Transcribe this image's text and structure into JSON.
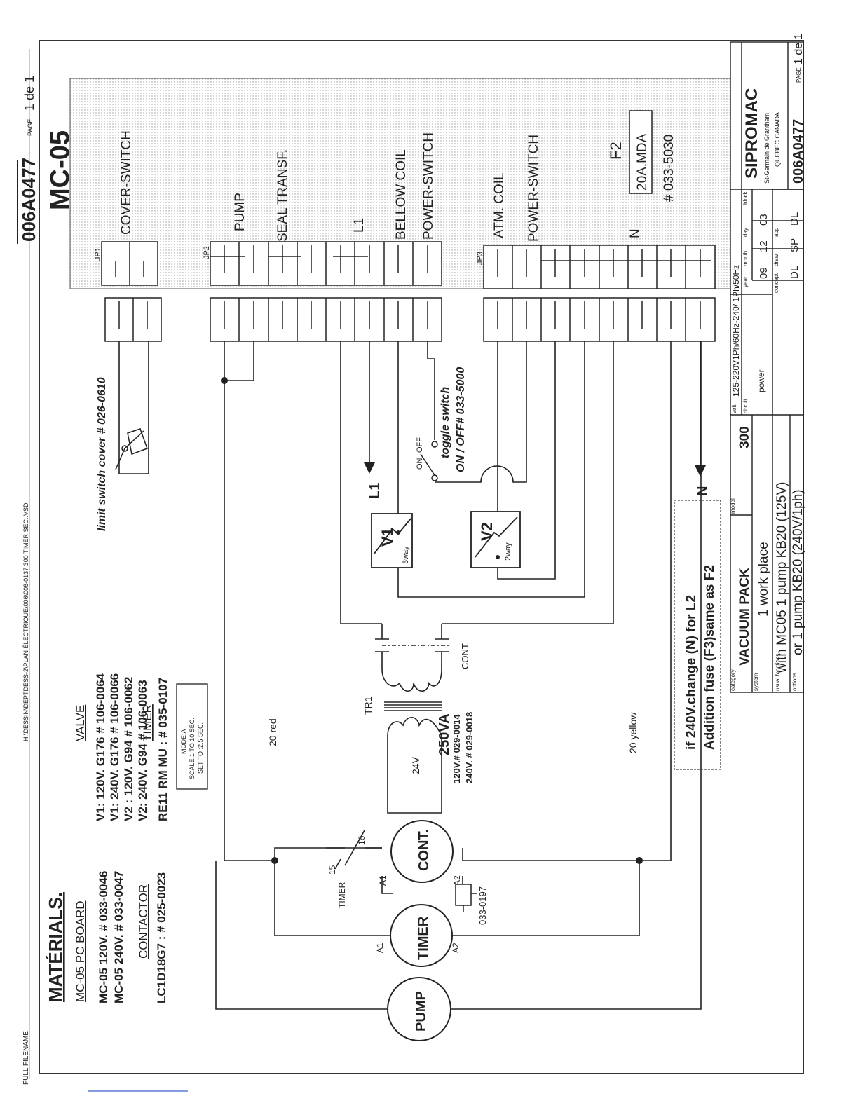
{
  "document": {
    "full_filename_label": "FULL FILENAME",
    "file_path": "H:\\DESSIN\\DEPTDESS-2\\PLAN ÉLECTRIQUE\\006\\006-0137 300 TIMER SEC..VSD",
    "drawing_number": "006A0477",
    "page_label": "PAGE",
    "page_value": "1 de 1",
    "board_title": "MC-05"
  },
  "materials": {
    "title": "MATÉRIALS.",
    "pc_board_heading": "MC-05  PC BOARD",
    "pc_board_lines": [
      "MC-05 120V. # 033-0046",
      "MC-05 240V. # 033-0047"
    ],
    "contactor_heading": "CONTACTOR",
    "contactor_line": "LC1D18G7 : # 025-0023",
    "valve_heading": "VALVE",
    "valve_lines": [
      "V1: 120V. G176  # 106-0064",
      "V1: 240V. G176  # 106-0066",
      "V2 : 120V. G94  # 106-0062",
      "V2: 240V. G94  # 106-0063"
    ],
    "timer_heading": "TIMER",
    "timer_line": "RE11 RM MU : # 035-0107",
    "timer_box_lines": [
      "MODE:A",
      "SCALE:1 TO 10 SEC.",
      "SET TO :2.5 SEC."
    ]
  },
  "connectors": {
    "jp1": {
      "name": "JP1",
      "labels": [
        "COVER-SWITCH"
      ]
    },
    "jp2": {
      "name": "JP2",
      "labels": [
        "PUMP",
        "SEAL TRANSF.",
        "L1",
        "BELLOW COIL",
        "POWER-SWITCH"
      ]
    },
    "jp3": {
      "name": "JP3",
      "labels": [
        "ATM. COIL",
        "POWER-SWITCH",
        "N"
      ]
    }
  },
  "fuse": {
    "name": "F2",
    "rating": "20A.MDA",
    "part": "# 033-5030"
  },
  "components": {
    "pump": "PUMP",
    "timer": "TIMER",
    "cont": "CONT.",
    "timer_contact": "TIMER",
    "pin_a1": "A1",
    "pin_a2": "A2",
    "pin_15": "15",
    "pin_16": "16",
    "suppressor_part": "033-0197",
    "transformer": "TR1",
    "transformer_va": "250VA",
    "transformer_secondary": "24V",
    "transformer_parts": [
      "120V.# 029-0014",
      "240V. # 029-0018"
    ],
    "contactor_contacts": "CONT.",
    "wire_red": "20 red",
    "wire_yellow": "20 yellow",
    "limit_switch": "limit switch cover # 026-0610",
    "toggle_title": "toggle switch",
    "toggle_part": "ON / OFF# 033-5000",
    "toggle_on": "ON",
    "toggle_off": "OFF",
    "arrow_l1": "L1",
    "arrow_n": "N",
    "valve_v1": "V1",
    "valve_v1_type": "3way",
    "valve_v2": "V2",
    "valve_v2_type": "2way"
  },
  "note": {
    "lines": [
      "if 240V.change (N) for L2",
      "Addition fuse (F3)same as F2"
    ]
  },
  "title_block": {
    "category_label": "category",
    "category_value": "VACUUM PACK",
    "model_label": "model",
    "model_value": "300",
    "system_label": "system",
    "system_value": "1 work place",
    "usual_label": "usual fonctions",
    "usual_value": "with MC05     1  pump KB20  (125V)",
    "options_label": "options",
    "options_value": "or  1  pump KB20  (240V/1ph)",
    "volt_label": "volt",
    "volt_value": "125-220V1Ph/60Hz-240/ 1Ph/50Hz",
    "circuit_label": "circuit",
    "circuit_value": "power",
    "year_label": "year",
    "year_value": "09",
    "month_label": "month",
    "month_value": "12",
    "day_label": "day",
    "day_value": "03",
    "block_label": "block",
    "concept_label": "concept",
    "concept_value": "DL",
    "draw_label": "draw",
    "draw_value": "SP",
    "app_label": "app",
    "app_value": "DL",
    "company": "SIPROMAC",
    "address_1": "St-Germain de Grantham",
    "address_2": "QUEBEC,CANADA",
    "drawing_number": "006A0477",
    "page_label": "PAGE",
    "page_value": "1 de 1"
  }
}
